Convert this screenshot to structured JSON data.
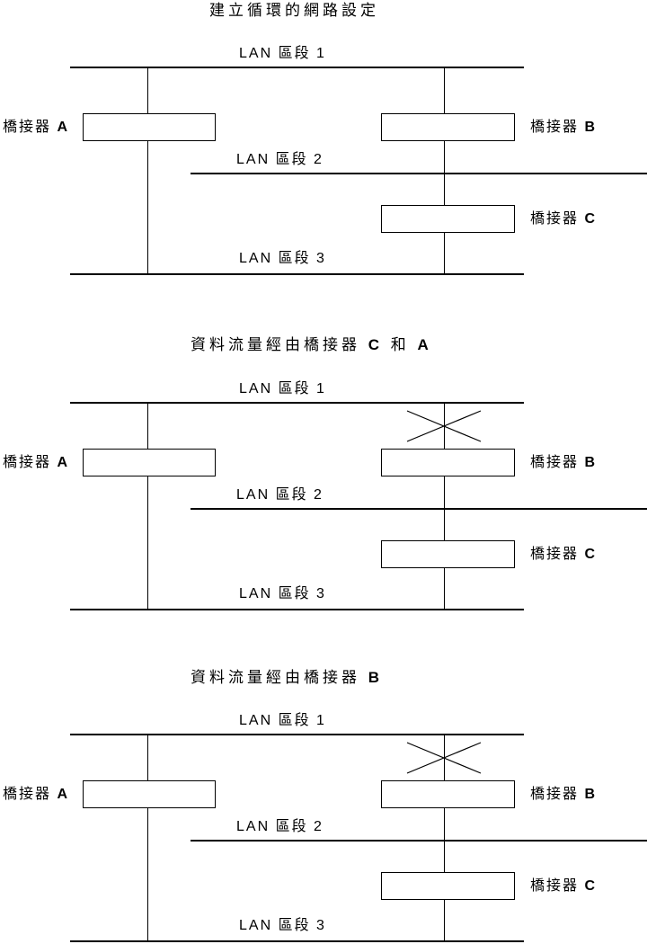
{
  "figure": {
    "background_color": "#ffffff",
    "line_color": "#000000",
    "text_color": "#000000"
  },
  "diagrams": [
    {
      "id": "loop-setup",
      "title_segments": [
        {
          "text": "建立循環的網路設定",
          "bold": false
        }
      ],
      "lan1_label": "LAN 區段 1",
      "lan2_label": "LAN 區段 2",
      "lan3_label": "LAN 區段 3",
      "bridge_a": [
        {
          "text": "橋接器 ",
          "bold": false
        },
        {
          "text": "A",
          "bold": true
        }
      ],
      "bridge_b": [
        {
          "text": "橋接器 ",
          "bold": false
        },
        {
          "text": "B",
          "bold": true
        }
      ],
      "bridge_c": [
        {
          "text": "橋接器 ",
          "bold": false
        },
        {
          "text": "C",
          "bold": true
        }
      ],
      "blocked_link_above_bridge_b": false
    },
    {
      "id": "traffic-via-c-and-a",
      "title_segments": [
        {
          "text": "資料流量經由橋接器 ",
          "bold": false
        },
        {
          "text": "C",
          "bold": true
        },
        {
          "text": " 和 ",
          "bold": false
        },
        {
          "text": "A",
          "bold": true
        }
      ],
      "lan1_label": "LAN 區段 1",
      "lan2_label": "LAN 區段 2",
      "lan3_label": "LAN 區段 3",
      "bridge_a": [
        {
          "text": "橋接器 ",
          "bold": false
        },
        {
          "text": "A",
          "bold": true
        }
      ],
      "bridge_b": [
        {
          "text": "橋接器 ",
          "bold": false
        },
        {
          "text": "B",
          "bold": true
        }
      ],
      "bridge_c": [
        {
          "text": "橋接器 ",
          "bold": false
        },
        {
          "text": "C",
          "bold": true
        }
      ],
      "blocked_link_above_bridge_b": true
    },
    {
      "id": "traffic-via-b",
      "title_segments": [
        {
          "text": "資料流量經由橋接器 ",
          "bold": false
        },
        {
          "text": "B",
          "bold": true
        }
      ],
      "lan1_label": "LAN 區段 1",
      "lan2_label": "LAN 區段 2",
      "lan3_label": "LAN 區段 3",
      "bridge_a": [
        {
          "text": "橋接器 ",
          "bold": false
        },
        {
          "text": "A",
          "bold": true
        }
      ],
      "bridge_b": [
        {
          "text": "橋接器 ",
          "bold": false
        },
        {
          "text": "B",
          "bold": true
        }
      ],
      "bridge_c": [
        {
          "text": "橋接器 ",
          "bold": false
        },
        {
          "text": "C",
          "bold": true
        }
      ],
      "blocked_link_above_bridge_b": true
    }
  ]
}
